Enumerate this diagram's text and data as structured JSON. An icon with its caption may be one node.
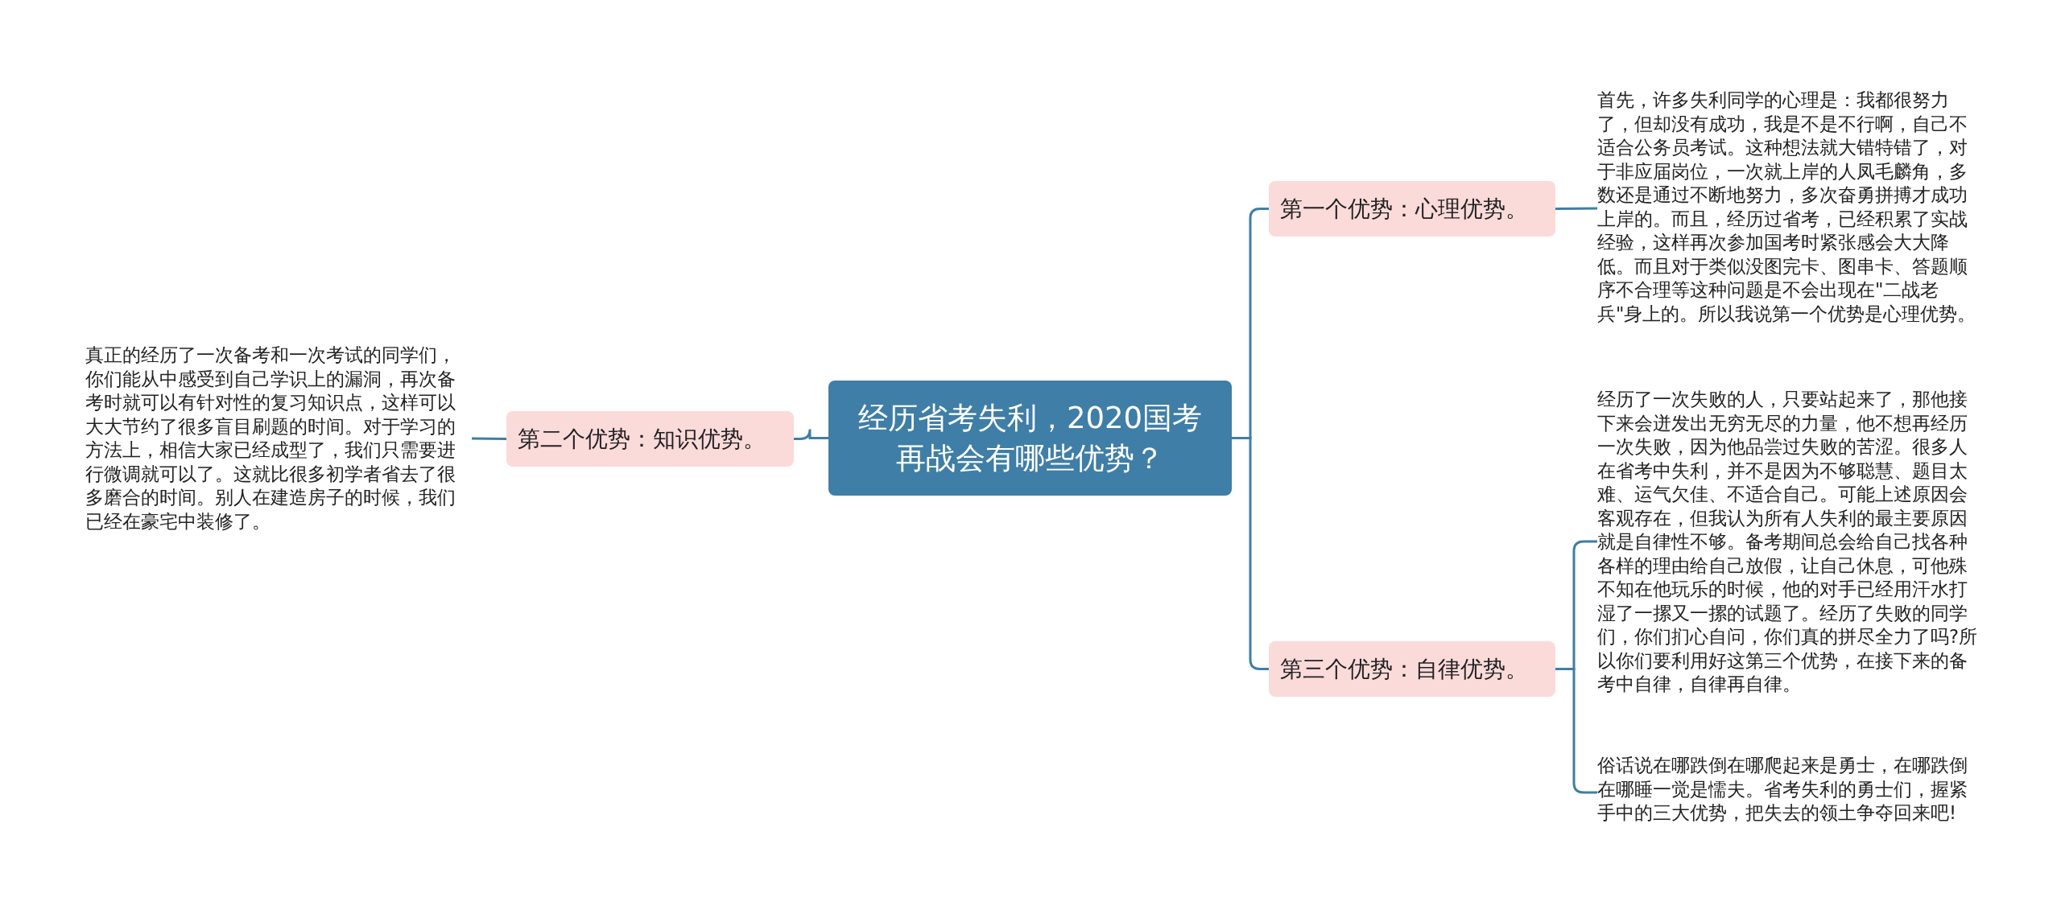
{
  "diagram": {
    "nodes": [
      {
        "text": [
          "经历省考失利，2020国考再战会有哪些优势？"
        ]
      },
      {
        "text": [
          "第一个优势：心理优势。"
        ]
      },
      {
        "text": [
          "首先，许多失利同学的心理是：我都很努力了，但却没有成功，我是不是不行啊，自己不适合公务员考试。这种想法就大错特错了，对于非应届岗位，一次就上岸的人凤毛麟角，多数还是通过不断地努力，多次奋勇拼搏才成功上岸的。而且，经历过省考，已经积累了实战经验，这样再次参加国考时紧张感会大大降低。而且对于类似没图完卡、图串卡、答题顺序不合理等这种问题是不会出现在\"二战老兵\"身上的。所以我说第一个优势是心理优势。"
        ]
      },
      {
        "text": [
          "第二个优势：知识优势。"
        ]
      },
      {
        "text": [
          "真正的经历了一次备考和一次考试的同学们，你们能从中感受到自己学识上的漏洞，再次备考时就可以有针对性的复习知识点，这样可以大大节约了很多盲目刷题的时间。对于学习的方法上，相信大家已经成型了，我们只需要进行微调就可以了。这就比很多初学者省去了很多磨合的时间。别人在建造房子的时候，我们已经在豪宅中装修了。"
        ]
      },
      {
        "text": [
          "第三个优势：自律优势。"
        ]
      },
      {
        "text": [
          "经历了一次失败的人，只要站起来了，那他接下来会迸发出无穷无尽的力量，他不想再经历一次失败，因为他品尝过失败的苦涩。很多人在省考中失利，并不是因为不够聪慧、题目太难、运气欠佳、不适合自己。可能上述原因会客观存在，但我认为所有人失利的最主要原因就是自律性不够。备考期间总会给自己找各种各样的理由给自己放假，让自己休息，可他殊不知在他玩乐的时候，他的对手已经用汗水打湿了一摞又一摞的试题了。经历了失败的同学们，你们扪心自问，你们真的拼尽全力了吗?所以你们要利用好这第三个优势，在接下来的备考中自律，自律再自律。"
        ]
      },
      {
        "text": [
          "俗话说在哪跌倒在哪爬起来是勇士，在哪跌倒在哪睡一觉是懦夫。省考失利的勇士们，握紧手中的三大优势，把失去的领土争夺回来吧!"
        ]
      }
    ],
    "edges": [
      {
        "from": 0,
        "to": 1,
        "arrow": "none"
      },
      {
        "from": 1,
        "to": 2,
        "arrow": "none"
      },
      {
        "from": 0,
        "to": 3,
        "arrow": "none"
      },
      {
        "from": 3,
        "to": 4,
        "arrow": "none"
      },
      {
        "from": 0,
        "to": 5,
        "arrow": "none"
      },
      {
        "from": 5,
        "to": 6,
        "arrow": "none"
      },
      {
        "from": 5,
        "to": 7,
        "arrow": "none"
      }
    ]
  }
}
